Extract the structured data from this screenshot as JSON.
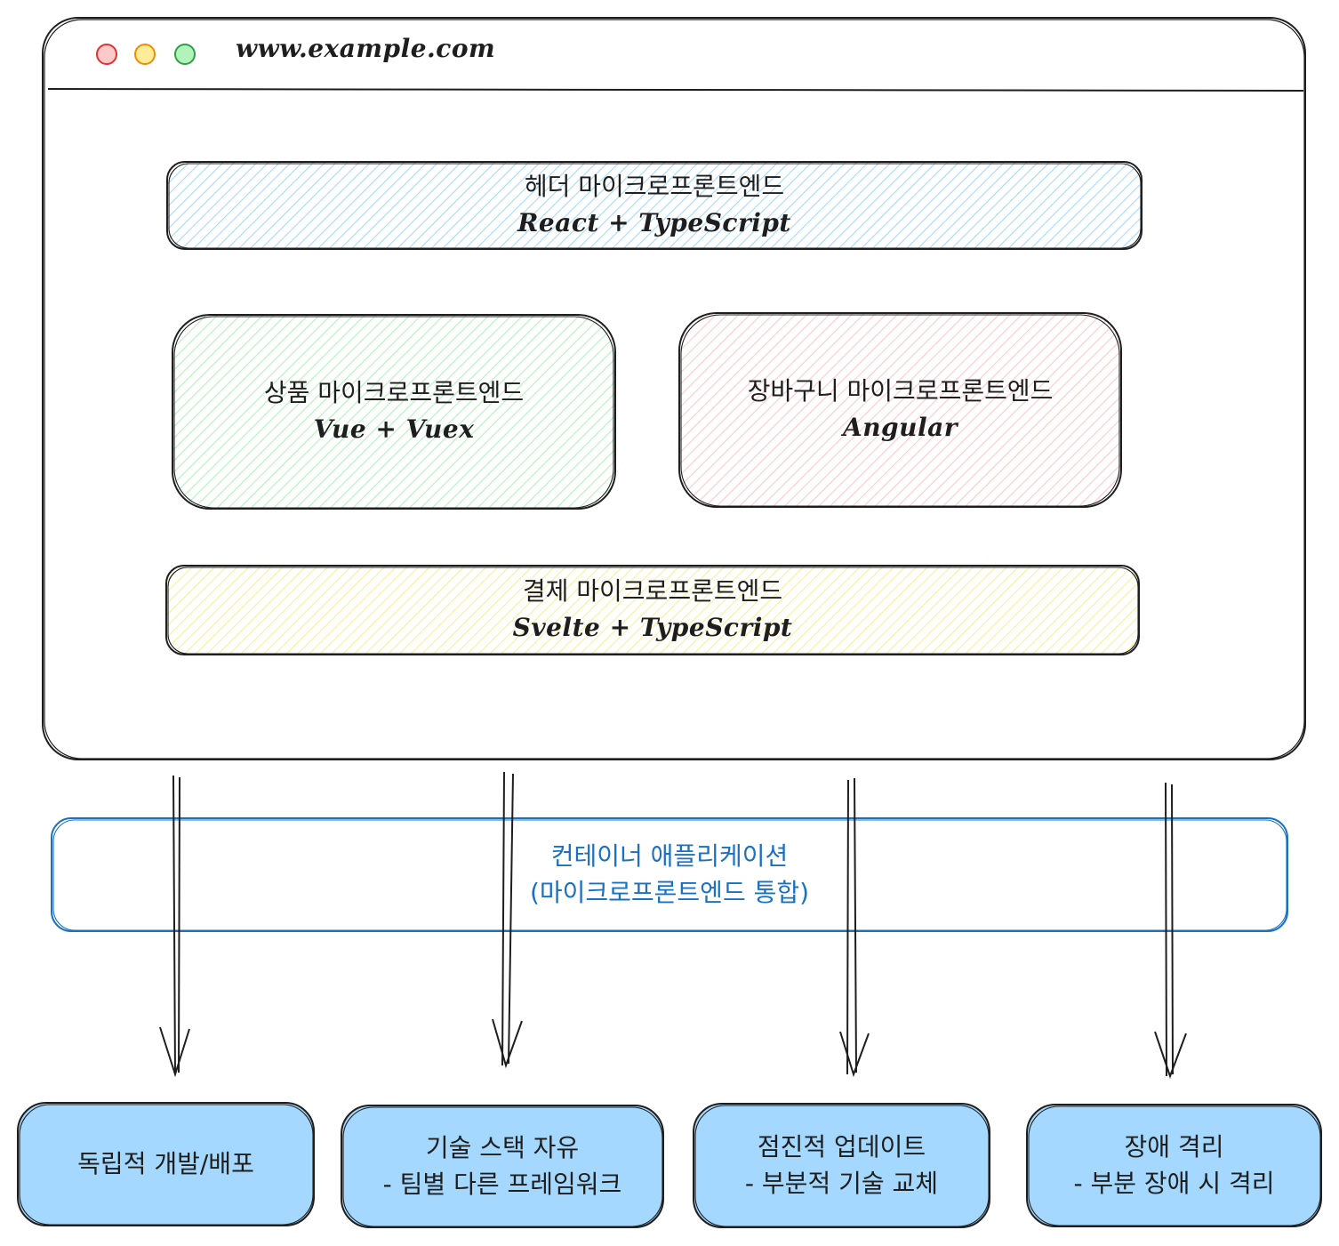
{
  "browser": {
    "url": "www.example.com",
    "dots": {
      "close": "#ffc9c9",
      "minimize": "#ffec99",
      "maximize": "#b2f2bb"
    }
  },
  "microfrontends": {
    "header": {
      "title": "헤더 마이크로프론트엔드",
      "tech": "React + TypeScript",
      "fill": "#a5d8ff"
    },
    "product": {
      "title": "상품 마이크로프론트엔드",
      "tech": "Vue + Vuex",
      "fill": "#b2f2bb"
    },
    "cart": {
      "title": "장바구니 마이크로프론트엔드",
      "tech": "Angular",
      "fill": "#ffc9c9"
    },
    "payment": {
      "title": "결제 마이크로프론트엔드",
      "tech": "Svelte + TypeScript",
      "fill": "#ffec99"
    }
  },
  "container": {
    "line1": "컨테이너 애플리케이션",
    "line2": "(마이크로프론트엔드 통합)",
    "stroke": "#1971c2"
  },
  "benefits": [
    {
      "line1": "독립적 개발/배포",
      "line2": ""
    },
    {
      "line1": "기술 스택 자유",
      "line2": "- 팀별 다른 프레임워크"
    },
    {
      "line1": "점진적 업데이트",
      "line2": "- 부분적 기술 교체"
    },
    {
      "line1": "장애 격리",
      "line2": "- 부분 장애 시 격리"
    }
  ],
  "benefit_fill": "#a5d8ff"
}
